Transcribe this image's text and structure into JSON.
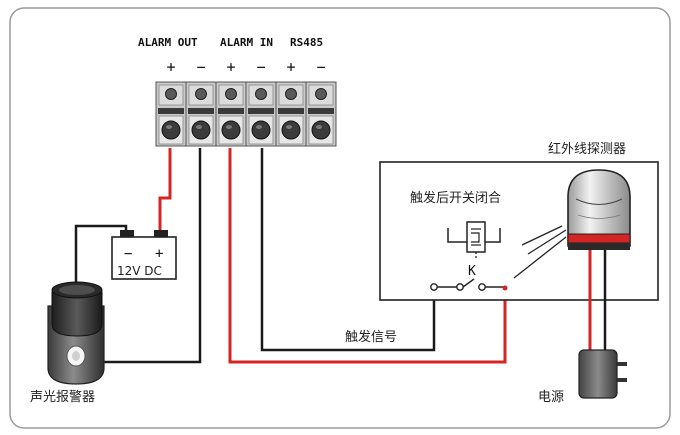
{
  "terminal_block": {
    "group_labels": {
      "alarm_out": "ALARM OUT",
      "alarm_in": "ALARM IN",
      "rs485": "RS485"
    },
    "polarity": [
      "+",
      "−",
      "+",
      "−",
      "+",
      "−"
    ]
  },
  "power_supply": {
    "label": "12V DC",
    "minus": "−",
    "plus": "+"
  },
  "siren": {
    "label": "声光报警器"
  },
  "detector_box": {
    "relay_caption": "触发后开关闭合",
    "switch_letter": "K"
  },
  "detector": {
    "label": "红外线探测器"
  },
  "signal": {
    "label": "触发信号"
  },
  "adapter": {
    "label": "电源"
  },
  "colors": {
    "wire_red": "#d42424",
    "wire_black": "#1a1a1a",
    "detector_band": "#d42424"
  }
}
